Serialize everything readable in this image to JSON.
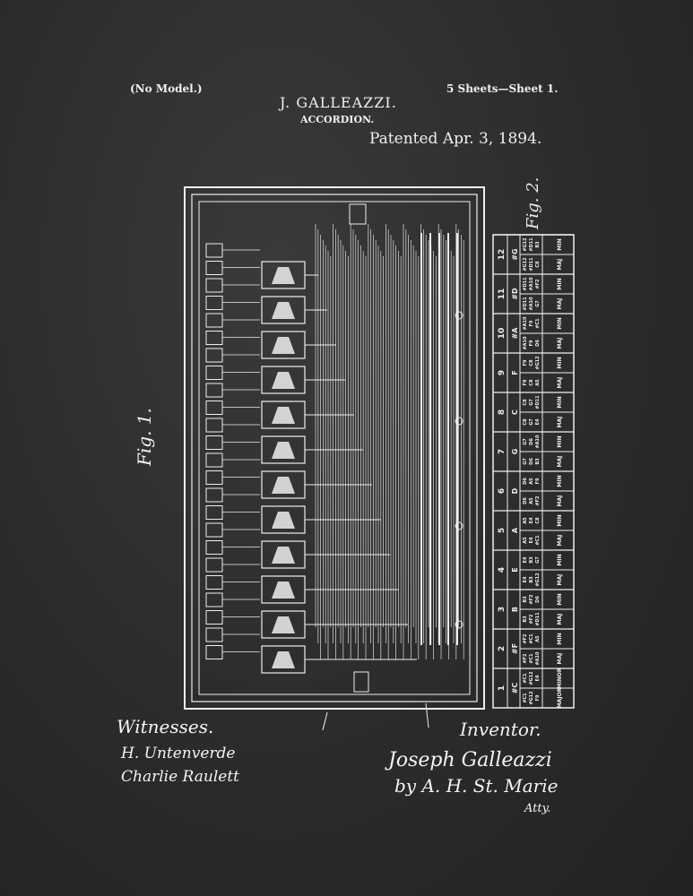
{
  "header": {
    "no_model": "(No Model.)",
    "sheets": "5 Sheets—Sheet 1.",
    "inventor": "J. GALLEAZZI.",
    "title": "ACCORDION.",
    "patented": "Patented Apr. 3, 1894."
  },
  "figures": {
    "fig1": "Fig. 1.",
    "fig2": "Fig. 2."
  },
  "signatures": {
    "witnesses_label": "Witnesses.",
    "witness1": "H. Untenverde",
    "witness2": "Charlie Raulett",
    "inventor_label": "Inventor.",
    "inventor_sig": "Joseph Galleazzi",
    "by_attorney": "by A. H. St. Marie",
    "atty": "Atty."
  },
  "chord_table": {
    "chords": [
      {
        "num": "1",
        "key": "#C",
        "maj": "#C1 #G12 F9",
        "min": "#C1 #G12 E4",
        "maj_label": "MAJOR",
        "min_label": "MINOR"
      },
      {
        "num": "2",
        "key": "#F",
        "maj": "#F2 #C1 #A10",
        "min": "#F2 #C1 A5",
        "maj_label": "MAJ",
        "min_label": "MIN"
      },
      {
        "num": "3",
        "key": "B",
        "maj": "B3 #F2 #D11",
        "min": "B3 #F2 D6",
        "maj_label": "MAJ",
        "min_label": "MIN"
      },
      {
        "num": "4",
        "key": "E",
        "maj": "E4 B3 #G12",
        "min": "E4 B3 G7",
        "maj_label": "MAJ",
        "min_label": "MIN"
      },
      {
        "num": "5",
        "key": "A",
        "maj": "A5 E4 #C1",
        "min": "A5 E4 C8",
        "maj_label": "MAJ",
        "min_label": "MIN"
      },
      {
        "num": "6",
        "key": "D",
        "maj": "D6 A5 #F2",
        "min": "D6 A5 F9",
        "maj_label": "MAJ",
        "min_label": "MIN"
      },
      {
        "num": "7",
        "key": "G",
        "maj": "G7 D6 B3",
        "min": "G7 D6 #A10",
        "maj_label": "MAJ",
        "min_label": "MIN"
      },
      {
        "num": "8",
        "key": "C",
        "maj": "C8 G7 E4",
        "min": "C8 G7 #D11",
        "maj_label": "MAJ",
        "min_label": "MIN"
      },
      {
        "num": "9",
        "key": "F",
        "maj": "F9 C8 A5",
        "min": "F9 C8 #G12",
        "maj_label": "MAJ",
        "min_label": "MIN"
      },
      {
        "num": "10",
        "key": "#A",
        "maj": "#A10 F9 D6",
        "min": "#A10 F9 #C1",
        "maj_label": "MAJ",
        "min_label": "MIN"
      },
      {
        "num": "11",
        "key": "#D",
        "maj": "#D11 #A10 G7",
        "min": "#D11 #A10 #F2",
        "maj_label": "MAJ",
        "min_label": "MIN"
      },
      {
        "num": "12",
        "key": "#G",
        "maj": "#G12 #D11 C8",
        "min": "#G12 #D11 B3",
        "maj_label": "MAJ",
        "min_label": "MIN"
      }
    ]
  },
  "colors": {
    "chalk": "#f0f0f0",
    "board": "#2b2b2b"
  }
}
